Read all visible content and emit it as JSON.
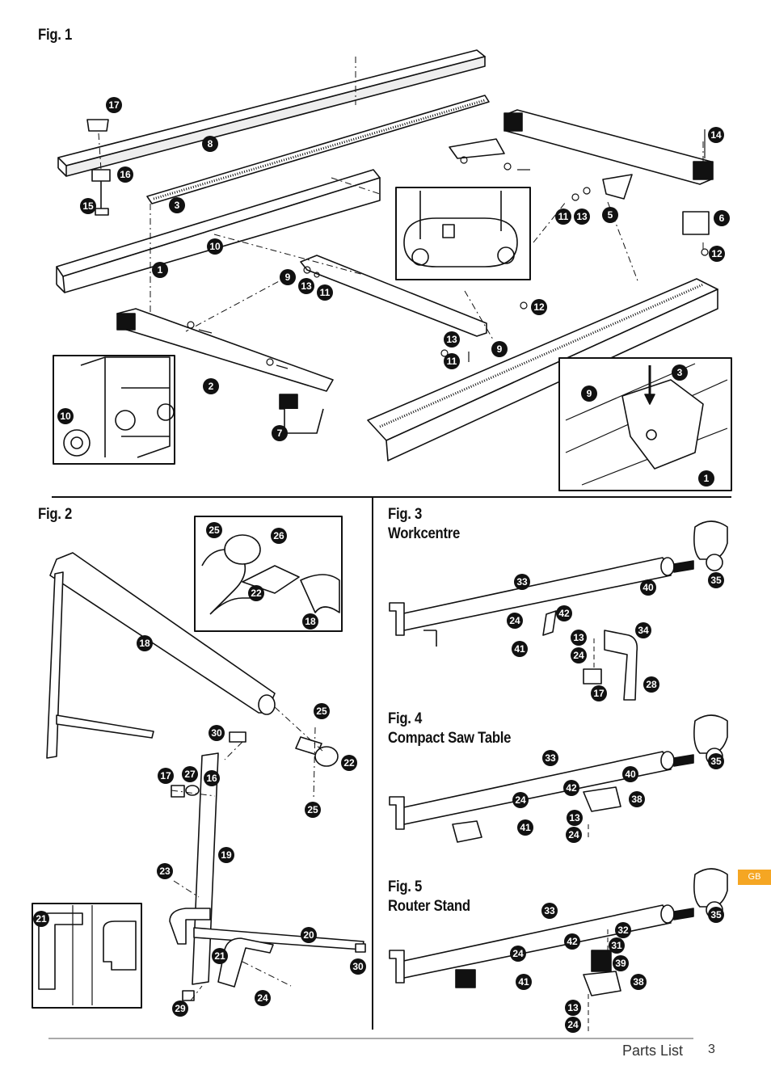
{
  "figures": {
    "fig1": {
      "title": "Fig. 1"
    },
    "fig2": {
      "title": "Fig. 2"
    },
    "fig3": {
      "title": "Fig. 3",
      "subtitle": "Workcentre"
    },
    "fig4": {
      "title": "Fig. 4",
      "subtitle": "Compact Saw Table"
    },
    "fig5": {
      "title": "Fig. 5",
      "subtitle": "Router Stand"
    }
  },
  "labels": {
    "fig1": [
      "17",
      "8",
      "16",
      "15",
      "3",
      "10",
      "1",
      "9",
      "13",
      "11",
      "2",
      "7",
      "10",
      "14",
      "11",
      "13",
      "5",
      "6",
      "12",
      "12",
      "13",
      "11",
      "9",
      "3",
      "9",
      "1"
    ],
    "fig2": [
      "25",
      "26",
      "22",
      "18",
      "18",
      "25",
      "22",
      "25",
      "30",
      "17",
      "27",
      "16",
      "19",
      "23",
      "21",
      "20",
      "30",
      "21",
      "29",
      "24"
    ],
    "fig3": [
      "33",
      "40",
      "35",
      "42",
      "24",
      "41",
      "13",
      "34",
      "24",
      "17",
      "28"
    ],
    "fig4": [
      "33",
      "40",
      "35",
      "42",
      "38",
      "24",
      "13",
      "41",
      "24"
    ],
    "fig5": [
      "33",
      "35",
      "32",
      "42",
      "31",
      "24",
      "39",
      "41",
      "38",
      "13",
      "24"
    ]
  },
  "side_tab": "GB",
  "footer": {
    "title": "Parts List",
    "page": "3"
  },
  "colors": {
    "ink": "#111111",
    "tab": "#f5a623"
  }
}
